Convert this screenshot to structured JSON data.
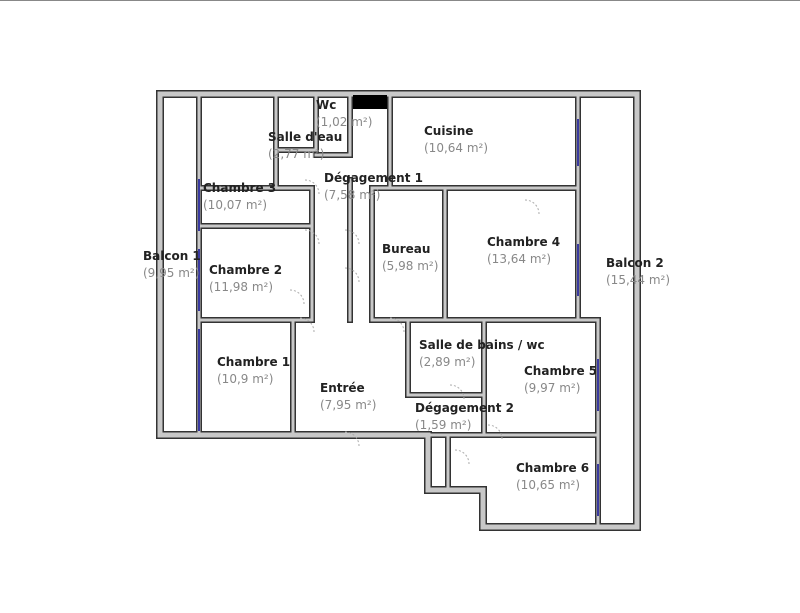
{
  "rooms": [
    {
      "name": "Wc",
      "area": "(1,02 m²)"
    },
    {
      "name": "Salle d'eau",
      "area": "(2,77 m²)"
    },
    {
      "name": "Cuisine",
      "area": "(10,64 m²)"
    },
    {
      "name": "Dégagement 1",
      "area": "(7,58 m²)"
    },
    {
      "name": "Chambre 3",
      "area": "(10,07 m²)"
    },
    {
      "name": "Balcon 1",
      "area": "(9,95 m²)"
    },
    {
      "name": "Chambre 2",
      "area": "(11,98 m²)"
    },
    {
      "name": "Bureau",
      "area": "(5,98 m²)"
    },
    {
      "name": "Chambre 4",
      "area": "(13,64 m²)"
    },
    {
      "name": "Balcon 2",
      "area": "(15,44 m²)"
    },
    {
      "name": "Chambre 1",
      "area": "(10,9 m²)"
    },
    {
      "name": "Entrée",
      "area": "(7,95 m²)"
    },
    {
      "name": "Salle de bains / wc",
      "area": "(2,89 m²)"
    },
    {
      "name": "Chambre 5",
      "area": "(9,97 m²)"
    },
    {
      "name": "Dégagement 2",
      "area": "(1,59 m²)"
    },
    {
      "name": "Chambre 6",
      "area": "(10,65 m²)"
    }
  ],
  "colors": {
    "wall": "#c8c8c8",
    "wall_outline": "#333333",
    "window": "#3a3aa0"
  }
}
